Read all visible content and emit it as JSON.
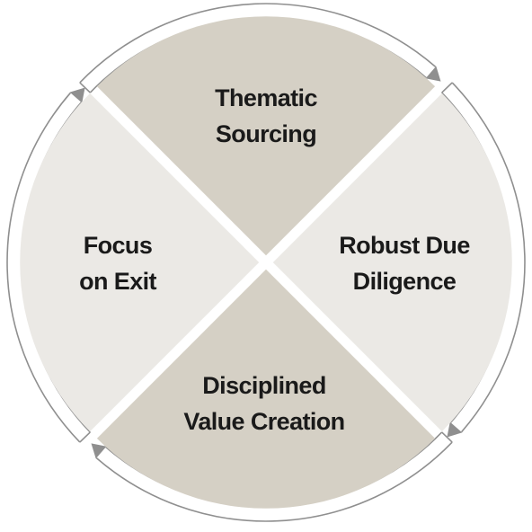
{
  "colors": {
    "dark_quadrant": "#d5d0c5",
    "light_quadrant": "#ebe9e5",
    "arrow": "#8f8f8f",
    "text": "#1a1a1a"
  },
  "quadrants": [
    {
      "id": "top",
      "tone": "dark",
      "lines": [
        "Thematic",
        "Sourcing"
      ]
    },
    {
      "id": "right",
      "tone": "light",
      "lines": [
        "Robust Due",
        "Diligence"
      ]
    },
    {
      "id": "bottom",
      "tone": "dark",
      "lines": [
        "Disciplined",
        "Value Creation"
      ]
    },
    {
      "id": "left",
      "tone": "light",
      "lines": [
        "Focus",
        "on Exit"
      ]
    }
  ],
  "cycle_direction": "clockwise"
}
